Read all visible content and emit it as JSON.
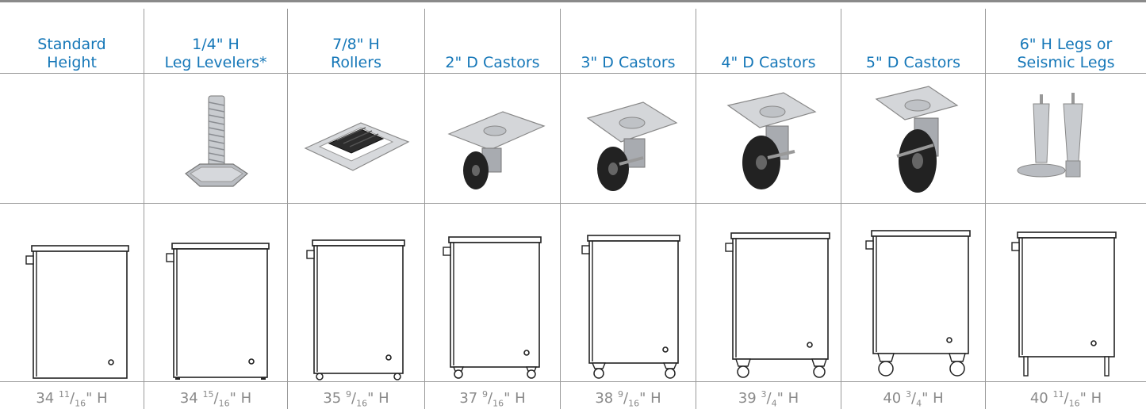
{
  "columns": [
    {
      "header": [
        "Standard",
        "Height"
      ],
      "photo": "",
      "feet": "none",
      "foot": {
        "whole": "34",
        "num": "11",
        "den": "16",
        "unit": "\" H"
      }
    },
    {
      "header": [
        "1/4\" H",
        "Leg Levelers*"
      ],
      "photo": "leg-leveler-icon",
      "feet": "leveler",
      "foot": {
        "whole": "34",
        "num": "15",
        "den": "16",
        "unit": "\" H"
      }
    },
    {
      "header": [
        "7/8\" H",
        "Rollers"
      ],
      "photo": "roller-icon",
      "feet": "roller",
      "foot": {
        "whole": "35",
        "num": "9",
        "den": "16",
        "unit": "\" H"
      }
    },
    {
      "header": [
        "",
        "2\" D Castors"
      ],
      "photo": "castor-icon",
      "feet": "castor2",
      "foot": {
        "whole": "37",
        "num": "9",
        "den": "16",
        "unit": "\" H"
      }
    },
    {
      "header": [
        "",
        "3\" D Castors"
      ],
      "photo": "castor-icon",
      "feet": "castor3",
      "foot": {
        "whole": "38",
        "num": "9",
        "den": "16",
        "unit": "\" H"
      }
    },
    {
      "header": [
        "",
        "4\" D Castors"
      ],
      "photo": "castor-icon",
      "feet": "castor4",
      "foot": {
        "whole": "39",
        "num": "3",
        "den": "4",
        "unit": "\" H"
      }
    },
    {
      "header": [
        "",
        "5\" D Castors"
      ],
      "photo": "castor-icon",
      "feet": "castor5",
      "foot": {
        "whole": "40",
        "num": "3",
        "den": "4",
        "unit": "\" H"
      }
    },
    {
      "header": [
        "6\" H Legs or",
        "Seismic Legs"
      ],
      "photo": "legs-icon",
      "feet": "legs",
      "foot": {
        "whole": "40",
        "num": "11",
        "den": "16",
        "unit": "\" H"
      }
    }
  ],
  "colors": {
    "header": "#1577b8",
    "footer": "#8a8a8a",
    "lines": "#9a9a9a"
  }
}
